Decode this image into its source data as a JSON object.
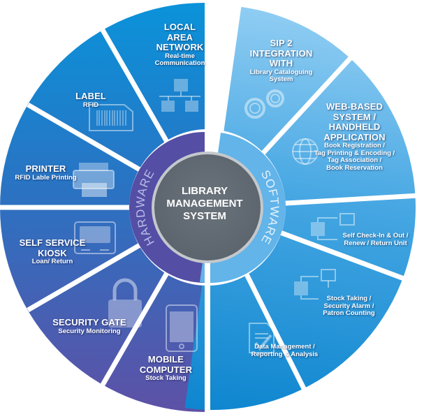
{
  "center": {
    "title": "LIBRARY MANAGEMENT SYSTEM",
    "title_lines": [
      "LIBRARY",
      "MANAGEMENT",
      "SYSTEM"
    ]
  },
  "rings": {
    "hardware_label": "HARDWARE",
    "software_label": "SOFTWARE"
  },
  "hardware": [
    {
      "title": "LOCAL AREA NETWORK",
      "title_lines": [
        "LOCAL",
        "AREA",
        "NETWORK"
      ],
      "subtitle_lines": [
        "Real-time",
        "Communication"
      ],
      "icon": "network-icon"
    },
    {
      "title": "LABEL",
      "title_lines": [
        "LABEL"
      ],
      "subtitle_lines": [
        "RFID"
      ],
      "icon": "barcode-label-icon"
    },
    {
      "title": "PRINTER",
      "title_lines": [
        "PRINTER"
      ],
      "subtitle_lines": [
        "RFID Lable Printing"
      ],
      "icon": "printer-icon"
    },
    {
      "title": "SELF SERVICE KIOSK",
      "title_lines": [
        "SELF SERVICE",
        "KIOSK"
      ],
      "subtitle_lines": [
        "Loan/ Return"
      ],
      "icon": "kiosk-icon"
    },
    {
      "title": "SECURITY GATE",
      "title_lines": [
        "SECURITY GATE"
      ],
      "subtitle_lines": [
        "Security Monitoring"
      ],
      "icon": "padlock-icon"
    },
    {
      "title": "MOBILE COMPUTER",
      "title_lines": [
        "MOBILE",
        "COMPUTER"
      ],
      "subtitle_lines": [
        "Stock Taking"
      ],
      "icon": "mobile-device-icon"
    }
  ],
  "software": [
    {
      "title": "SIP 2 INTEGRATION WITH",
      "title_lines": [
        "SIP 2",
        "INTEGRATION",
        "WITH"
      ],
      "subtitle_lines": [
        "Library Cataloguing",
        "System"
      ],
      "icon": "gears-icon"
    },
    {
      "title": "WEB-BASED SYSTEM / HANDHELD APPLICATION",
      "title_lines": [
        "WEB-BASED",
        "SYSTEM /",
        "HANDHELD",
        "APPLICATION"
      ],
      "subtitle_lines": [
        "Book Registration /",
        "Tag Printing & Encoding /",
        "Tag Association /",
        "Book Reservation"
      ],
      "icon": "globe-icon"
    },
    {
      "title": "",
      "title_lines": [],
      "subtitle_lines": [
        "Self Check-In & Out /",
        "Renew / Return Unit"
      ],
      "icon": "flowchart-icon"
    },
    {
      "title": "",
      "title_lines": [],
      "subtitle_lines": [
        "Stock Taking /",
        "Security Alarm /",
        "Patron Counting"
      ],
      "icon": "flowchart-icon"
    },
    {
      "title": "",
      "title_lines": [],
      "subtitle_lines": [
        "Data Management /",
        "Reporting & Analysis"
      ],
      "icon": "document-check-icon"
    }
  ],
  "colors": {
    "hardware_top": "#0a8fd6",
    "hardware_mid": "#2f6fc0",
    "hardware_bottom": "#5a55a8",
    "hardware_ring": "#544ea5",
    "software_light": "#7dc4ef",
    "software_mid": "#4aa8e2",
    "software_dark": "#1c8fd4",
    "software_ring": "#5fb3e8",
    "hub": "#636d75",
    "hub_border": "#b9bec3"
  }
}
